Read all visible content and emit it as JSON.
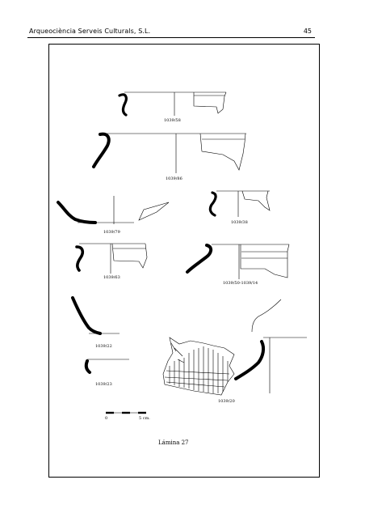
{
  "header": {
    "title": "Arqueociència Serveis Culturals, S.L.",
    "page": "45"
  },
  "sherds": [
    {
      "id": "1039/58"
    },
    {
      "id": "1039/86"
    },
    {
      "id": "1039/79"
    },
    {
      "id": "1039/38"
    },
    {
      "id": "1039/63"
    },
    {
      "id": "1039/50-1039/14"
    },
    {
      "id": "1039/22"
    },
    {
      "id": "1039/23"
    },
    {
      "id": "1039/20"
    }
  ],
  "scale": {
    "start": "0",
    "end": "5 cm."
  },
  "caption": "Lámina 27"
}
